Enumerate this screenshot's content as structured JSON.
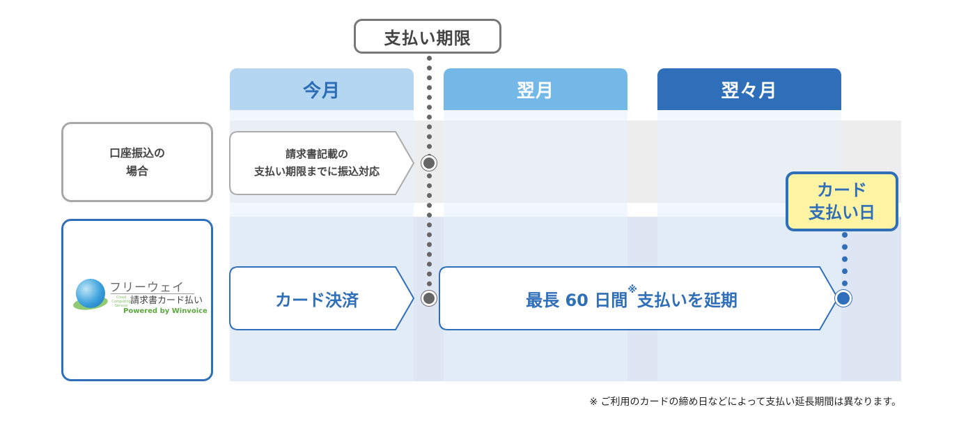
{
  "deadline_label": "支払い期限",
  "months": {
    "this_month": "今月",
    "next_month": "翌月",
    "month_after_next": "翌々月"
  },
  "rows": {
    "bank_transfer": {
      "label_line1": "口座振込の",
      "label_line2": "場合",
      "arrow_line1": "請求書記載の",
      "arrow_line2": "支払い期限までに振込対応"
    },
    "card": {
      "logo_kana": "フリーウェイ",
      "logo_tiny": "Cloud Computing Service",
      "logo_main": "請求書カード払い",
      "logo_powered": "Powered by Winvoice",
      "arrow_card": "カード決済",
      "arrow_extend": "最長 60 日間",
      "arrow_extend_mark": "※",
      "arrow_extend_tail": "支払いを延期"
    }
  },
  "card_payday": {
    "line1": "カード",
    "line2": "支払い日"
  },
  "footnote": "※ ご利用のカードの締め日などによって支払い延長期間は異なります。",
  "colors": {
    "primary_blue": "#2f6eb8",
    "light_blue": "#b4d6f1",
    "mid_blue": "#74b8e8",
    "payday_yellow": "#fff4a3",
    "gray": "#666666"
  }
}
